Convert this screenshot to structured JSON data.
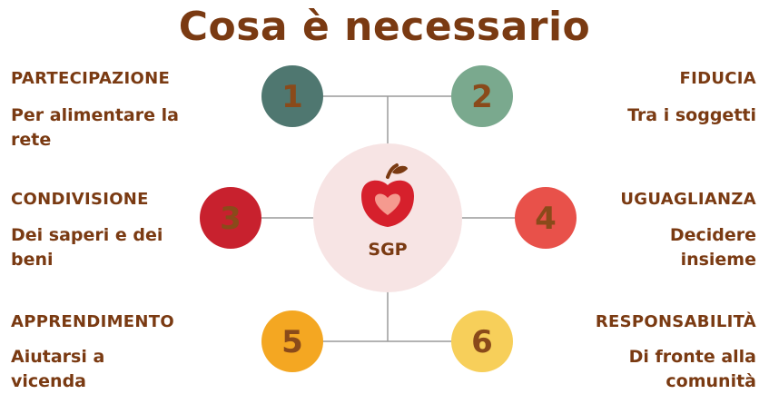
{
  "title": "Cosa è necessario",
  "center": {
    "label": "SGP",
    "icon": "apple-heart-icon"
  },
  "items": [
    {
      "number": "1",
      "heading": "PARTECIPAZIONE",
      "description": "Per alimentare la rete",
      "color": "#4f7770"
    },
    {
      "number": "2",
      "heading": "FIDUCIA",
      "description": "Tra i soggetti",
      "color": "#7aa98e"
    },
    {
      "number": "3",
      "heading": "CONDIVISIONE",
      "description": "Dei saperi e dei beni",
      "color": "#c8212e"
    },
    {
      "number": "4",
      "heading": "UGUAGLIANZA",
      "description": "Decidere insieme",
      "color": "#e8514a"
    },
    {
      "number": "5",
      "heading": "APPRENDIMENTO",
      "description": "Aiutarsi a vicenda",
      "color": "#f4a722"
    },
    {
      "number": "6",
      "heading": "RESPONSABILITÀ",
      "description": "Di fronte alla comunità",
      "color": "#f7cf5a"
    }
  ],
  "colors": {
    "text": "#7a3a12",
    "center_fill": "#f7e4e4",
    "connector": "#9a9a9a",
    "apple": "#d6202c",
    "heart": "#f59a8f",
    "leaf": "#7a3a12"
  }
}
